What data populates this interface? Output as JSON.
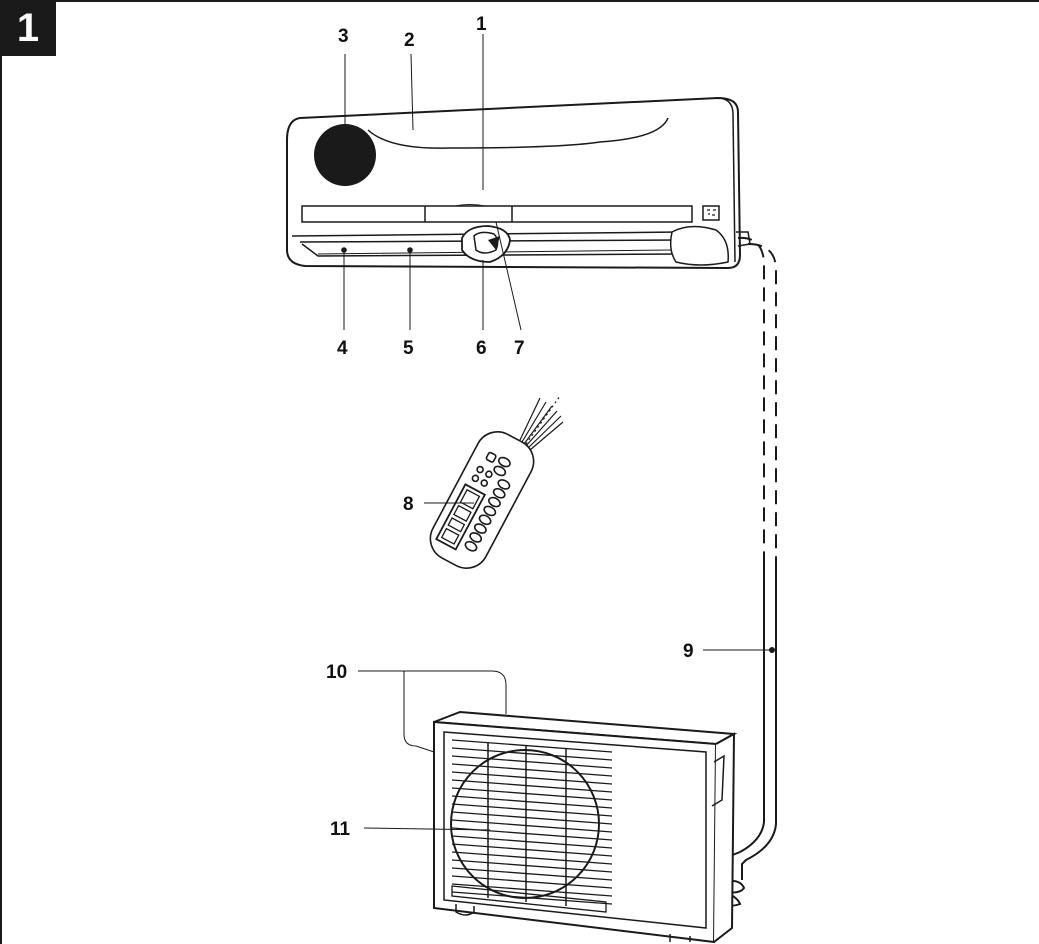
{
  "figure": {
    "number": "1"
  },
  "callouts": [
    {
      "id": "1",
      "label": "1"
    },
    {
      "id": "2",
      "label": "2"
    },
    {
      "id": "3",
      "label": "3"
    },
    {
      "id": "4",
      "label": "4"
    },
    {
      "id": "5",
      "label": "5"
    },
    {
      "id": "6",
      "label": "6"
    },
    {
      "id": "7",
      "label": "7"
    },
    {
      "id": "8",
      "label": "8"
    },
    {
      "id": "9",
      "label": "9"
    },
    {
      "id": "10",
      "label": "10"
    },
    {
      "id": "11",
      "label": "11"
    }
  ],
  "colors": {
    "line": "#1a1a1a",
    "background": "#ffffff",
    "badge": "#1a1a1a"
  },
  "icons": [
    "indoor-unit-icon",
    "remote-control-icon",
    "outdoor-unit-icon",
    "fan-grille-icon",
    "pipe-icon"
  ]
}
